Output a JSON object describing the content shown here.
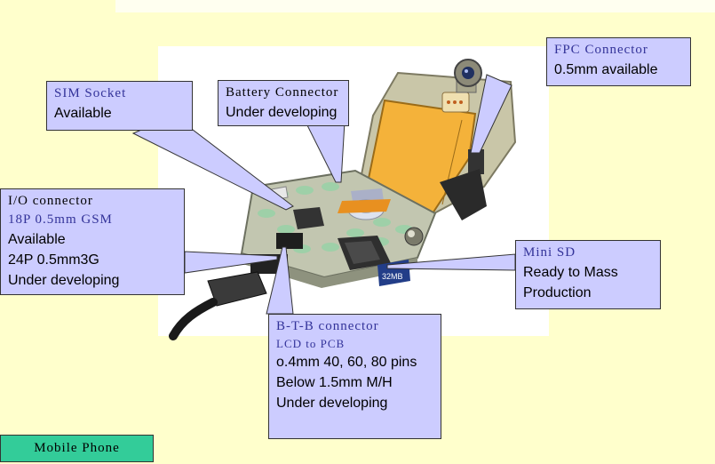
{
  "callouts": {
    "fpc": {
      "title": "FPC Connector",
      "lines": [
        "0.5mm available"
      ]
    },
    "sim": {
      "title": "SIM Socket",
      "lines": [
        "Available"
      ]
    },
    "battery": {
      "title": "Battery Connector",
      "lines": [
        "Under developing"
      ]
    },
    "io": {
      "title": "I/O connector",
      "sub": "18P 0.5mm GSM",
      "lines": [
        "Available",
        "24P 0.5mm3G",
        "Under developing"
      ]
    },
    "minisd": {
      "title": "Mini SD",
      "lines": [
        "Ready to Mass",
        "Production"
      ]
    },
    "btb": {
      "title": "B-T-B connector",
      "sub": "LCD to PCB",
      "lines": [
        "o.4mm 40, 60, 80 pins",
        "Below 1.5mm M/H",
        "Under developing"
      ]
    }
  },
  "sd_card_label": "32MB",
  "footer_label": "Mobile Phone",
  "colors": {
    "background": "#ffffcc",
    "callout_fill": "#ccccff",
    "title_text": "#333399",
    "footer_fill": "#33cc99"
  }
}
